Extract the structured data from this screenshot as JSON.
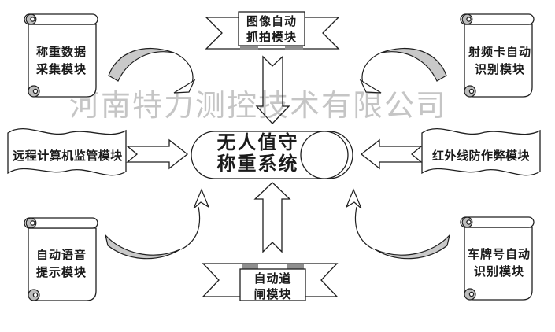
{
  "watermark": {
    "text": "河南特力测控技术有限公司"
  },
  "center_system": {
    "line1": "无人值守",
    "line2": "称重系统"
  },
  "modules": {
    "image_capture": {
      "line1": "图像自动",
      "line2": "抓拍模块"
    },
    "weighing_data": {
      "line1": "称重数据",
      "line2": "采集模块"
    },
    "rfid_recognition": {
      "line1": "射频卡自动",
      "line2": "识别模块"
    },
    "remote_computer": {
      "label": "远程计算机监管模块"
    },
    "infrared_anti_cheat": {
      "label": "红外线防作弊模块"
    },
    "voice_prompt": {
      "line1": "自动语音",
      "line2": "提示模块"
    },
    "plate_recognition": {
      "line1": "车牌号自动",
      "line2": "识别模块"
    },
    "barrier_gate": {
      "line1": "自动道",
      "line2": "闸模块"
    }
  },
  "colors": {
    "stroke": "#1f1f1f",
    "shape_fill": "#ffffff",
    "band_gray": "#c9c9c9",
    "curl_gray": "#bdbdbd",
    "shadow_gray": "#8f8f8f",
    "watermark_gray": "#c5c5c5",
    "text": "#1a1a1a",
    "background": "#ffffff"
  }
}
